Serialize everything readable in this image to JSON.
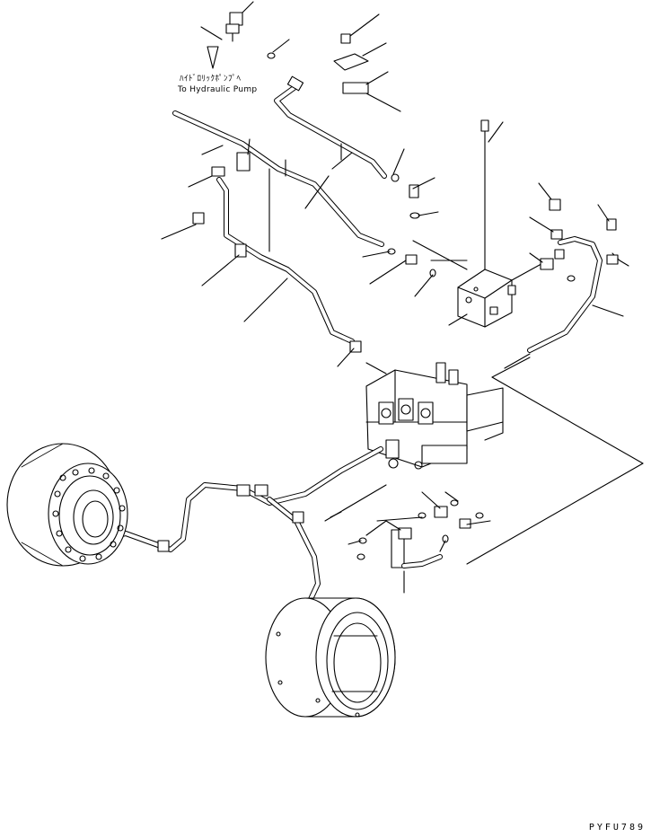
{
  "labels": {
    "pump_jp": "ﾊｲﾄﾞﾛﾘｯｸﾎﾟﾝﾌﾟﾍ",
    "pump_en": "To Hydraulic Pump",
    "drawing_code": "PYFU789"
  },
  "colors": {
    "line": "#000000",
    "background": "#ffffff"
  },
  "icons": [
    "arrow-down-icon"
  ]
}
